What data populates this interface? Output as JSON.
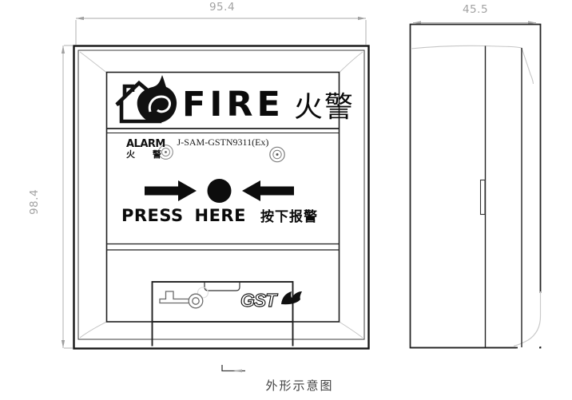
{
  "caption": "外形示意图",
  "dimensions": {
    "front_width": "95.4",
    "front_height": "98.4",
    "side_depth": "45.5"
  },
  "front_view": {
    "fire_en": "FIRE",
    "fire_cn": "火警",
    "alarm_en": "ALARM",
    "alarm_cn": "火 警",
    "model": "J-SAM-GSTN9311(Ex)",
    "press_en": "PRESS HERE",
    "press_cn": "按下报警",
    "brand": "GST"
  },
  "icons": {
    "header_icon": "house-fire-icon",
    "indicator_icon": "led-indicator-icon",
    "reset_icon": "key-icon",
    "brand_icon": "gst-leaf-icon",
    "press_icons": "arrow-and-button"
  },
  "colors": {
    "line_dark": "#1a1a1a",
    "line_gray": "#a2a2a2",
    "line_light": "#c6c6c6",
    "background": "#ffffff"
  }
}
